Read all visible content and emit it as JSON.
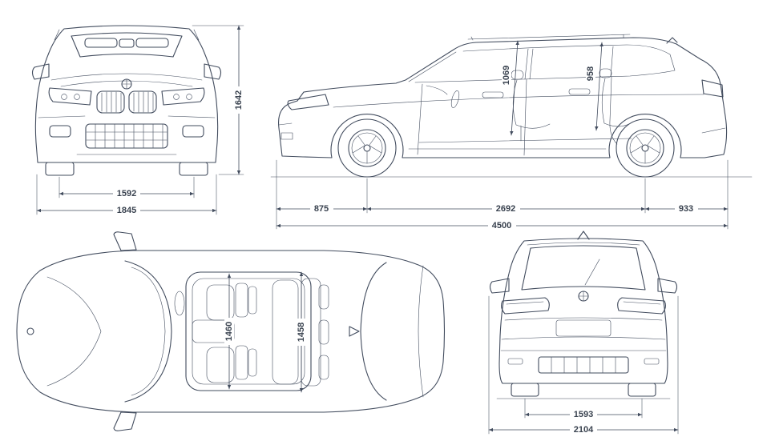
{
  "meta": {
    "line_color": "#424c5e",
    "background_color": "#ffffff",
    "subject": "SUV dimensions technical drawing (front, side, top, rear views)"
  },
  "views": {
    "front": {
      "label": "front-view",
      "dims": {
        "track_width": "1592",
        "overall_width": "1845",
        "overall_height": "1642"
      }
    },
    "side": {
      "label": "side-view",
      "dims": {
        "front_headroom": "1069",
        "rear_headroom": "958",
        "front_overhang": "875",
        "wheelbase": "2692",
        "rear_overhang": "933",
        "overall_length": "4500"
      }
    },
    "top": {
      "label": "top-view",
      "dims": {
        "front_interior_width": "1460",
        "rear_interior_width": "1458"
      }
    },
    "rear": {
      "label": "rear-view",
      "dims": {
        "rear_track_width": "1593",
        "width_incl_mirrors": "2104"
      }
    }
  }
}
